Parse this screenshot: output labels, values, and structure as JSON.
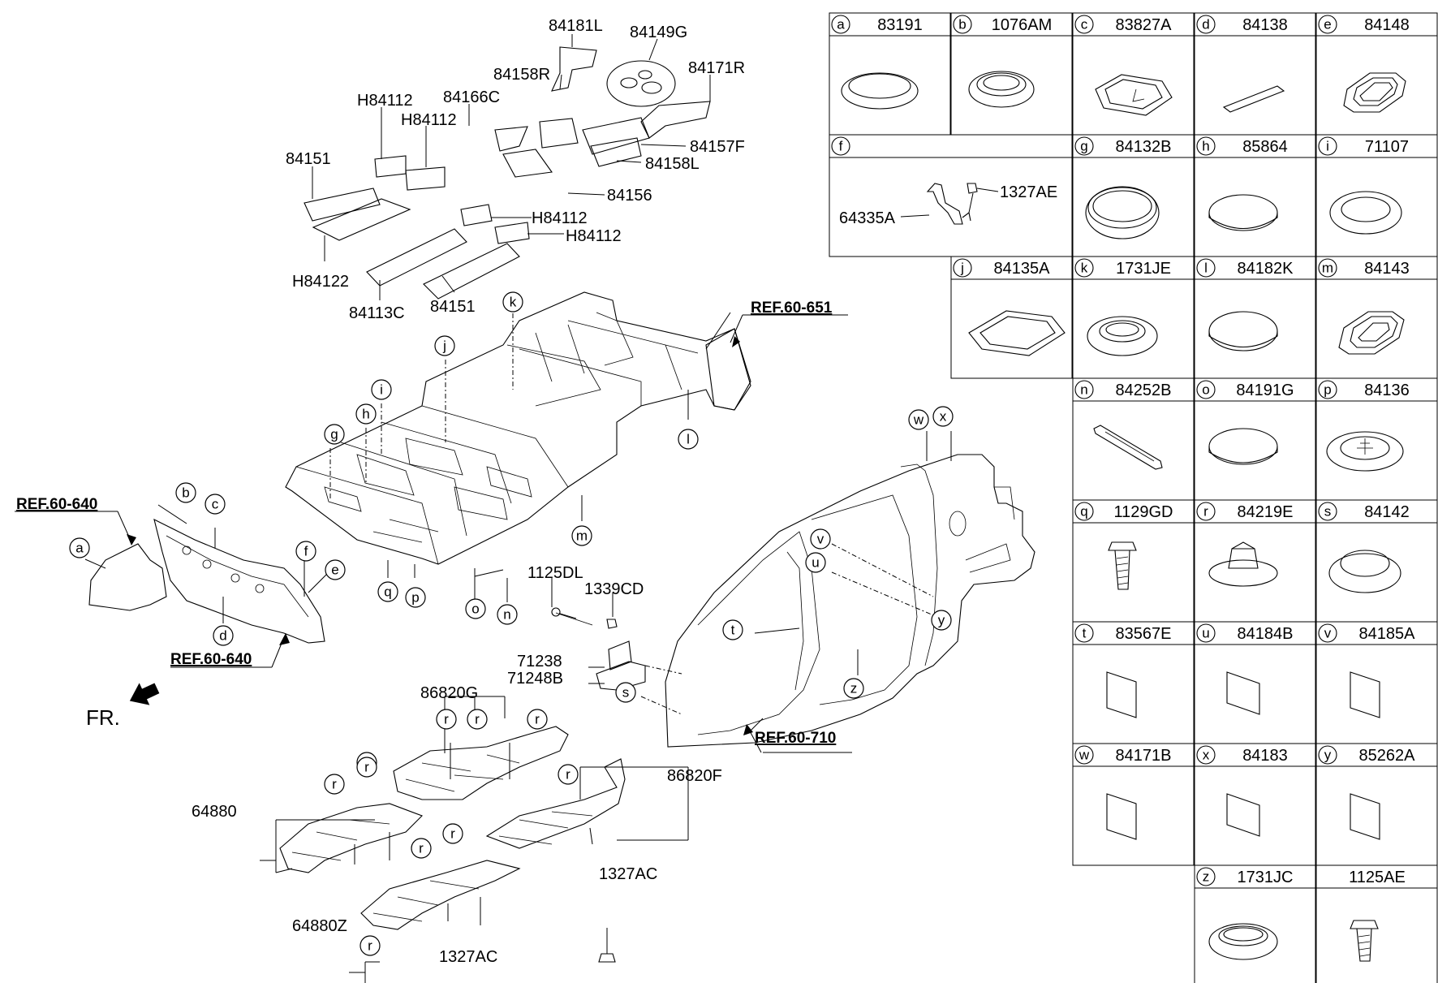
{
  "diagram": {
    "callout_labels": {
      "84181L": "84181L",
      "84149G": "84149G",
      "84171R": "84171R",
      "84158R": "84158R",
      "84166C": "84166C",
      "H84112_a": "H84112",
      "H84112_b": "H84112",
      "H84112_c": "H84112",
      "H84112_d": "H84112",
      "84151_a": "84151",
      "84151_b": "84151",
      "84157F": "84157F",
      "84158L": "84158L",
      "84156": "84156",
      "H84122": "H84122",
      "84113C": "84113C",
      "1125DL": "1125DL",
      "1339CD": "1339CD",
      "71238": "71238",
      "71248B": "71248B",
      "86820G": "86820G",
      "86820F": "86820F",
      "64880": "64880",
      "64880Z": "64880Z",
      "1327AC_a": "1327AC",
      "1327AC_b": "1327AC"
    },
    "ref_labels": {
      "ref_651": "REF.60-651",
      "ref_640_a": "REF.60-640",
      "ref_640_b": "REF.60-640",
      "ref_710": "REF.60-710"
    },
    "front_label": "FR.",
    "circle_letters": [
      "a",
      "b",
      "c",
      "d",
      "e",
      "f",
      "g",
      "h",
      "i",
      "j",
      "k",
      "l",
      "m",
      "n",
      "o",
      "p",
      "q",
      "r",
      "s",
      "t",
      "u",
      "v",
      "w",
      "x",
      "y",
      "z"
    ],
    "table": {
      "cells": [
        {
          "letter": "a",
          "part": "83191"
        },
        {
          "letter": "b",
          "part": "1076AM"
        },
        {
          "letter": "c",
          "part": "83827A"
        },
        {
          "letter": "d",
          "part": "84138"
        },
        {
          "letter": "e",
          "part": "84148"
        },
        {
          "letter": "f",
          "part": ""
        },
        {
          "letter": "g",
          "part": "84132B"
        },
        {
          "letter": "h",
          "part": "85864"
        },
        {
          "letter": "i",
          "part": "71107"
        },
        {
          "letter": "j",
          "part": "84135A"
        },
        {
          "letter": "k",
          "part": "1731JE"
        },
        {
          "letter": "l",
          "part": "84182K"
        },
        {
          "letter": "m",
          "part": "84143"
        },
        {
          "letter": "n",
          "part": "84252B"
        },
        {
          "letter": "o",
          "part": "84191G"
        },
        {
          "letter": "p",
          "part": "84136"
        },
        {
          "letter": "q",
          "part": "1129GD"
        },
        {
          "letter": "r",
          "part": "84219E"
        },
        {
          "letter": "s",
          "part": "84142"
        },
        {
          "letter": "t",
          "part": "83567E"
        },
        {
          "letter": "u",
          "part": "84184B"
        },
        {
          "letter": "v",
          "part": "84185A"
        },
        {
          "letter": "w",
          "part": "84171B"
        },
        {
          "letter": "x",
          "part": "84183"
        },
        {
          "letter": "y",
          "part": "85262A"
        },
        {
          "letter": "z",
          "part": "1731JC"
        },
        {
          "letter": "",
          "part": "1125AE"
        }
      ],
      "f_sub_labels": {
        "bracket": "64335A",
        "nut": "1327AE"
      }
    }
  }
}
